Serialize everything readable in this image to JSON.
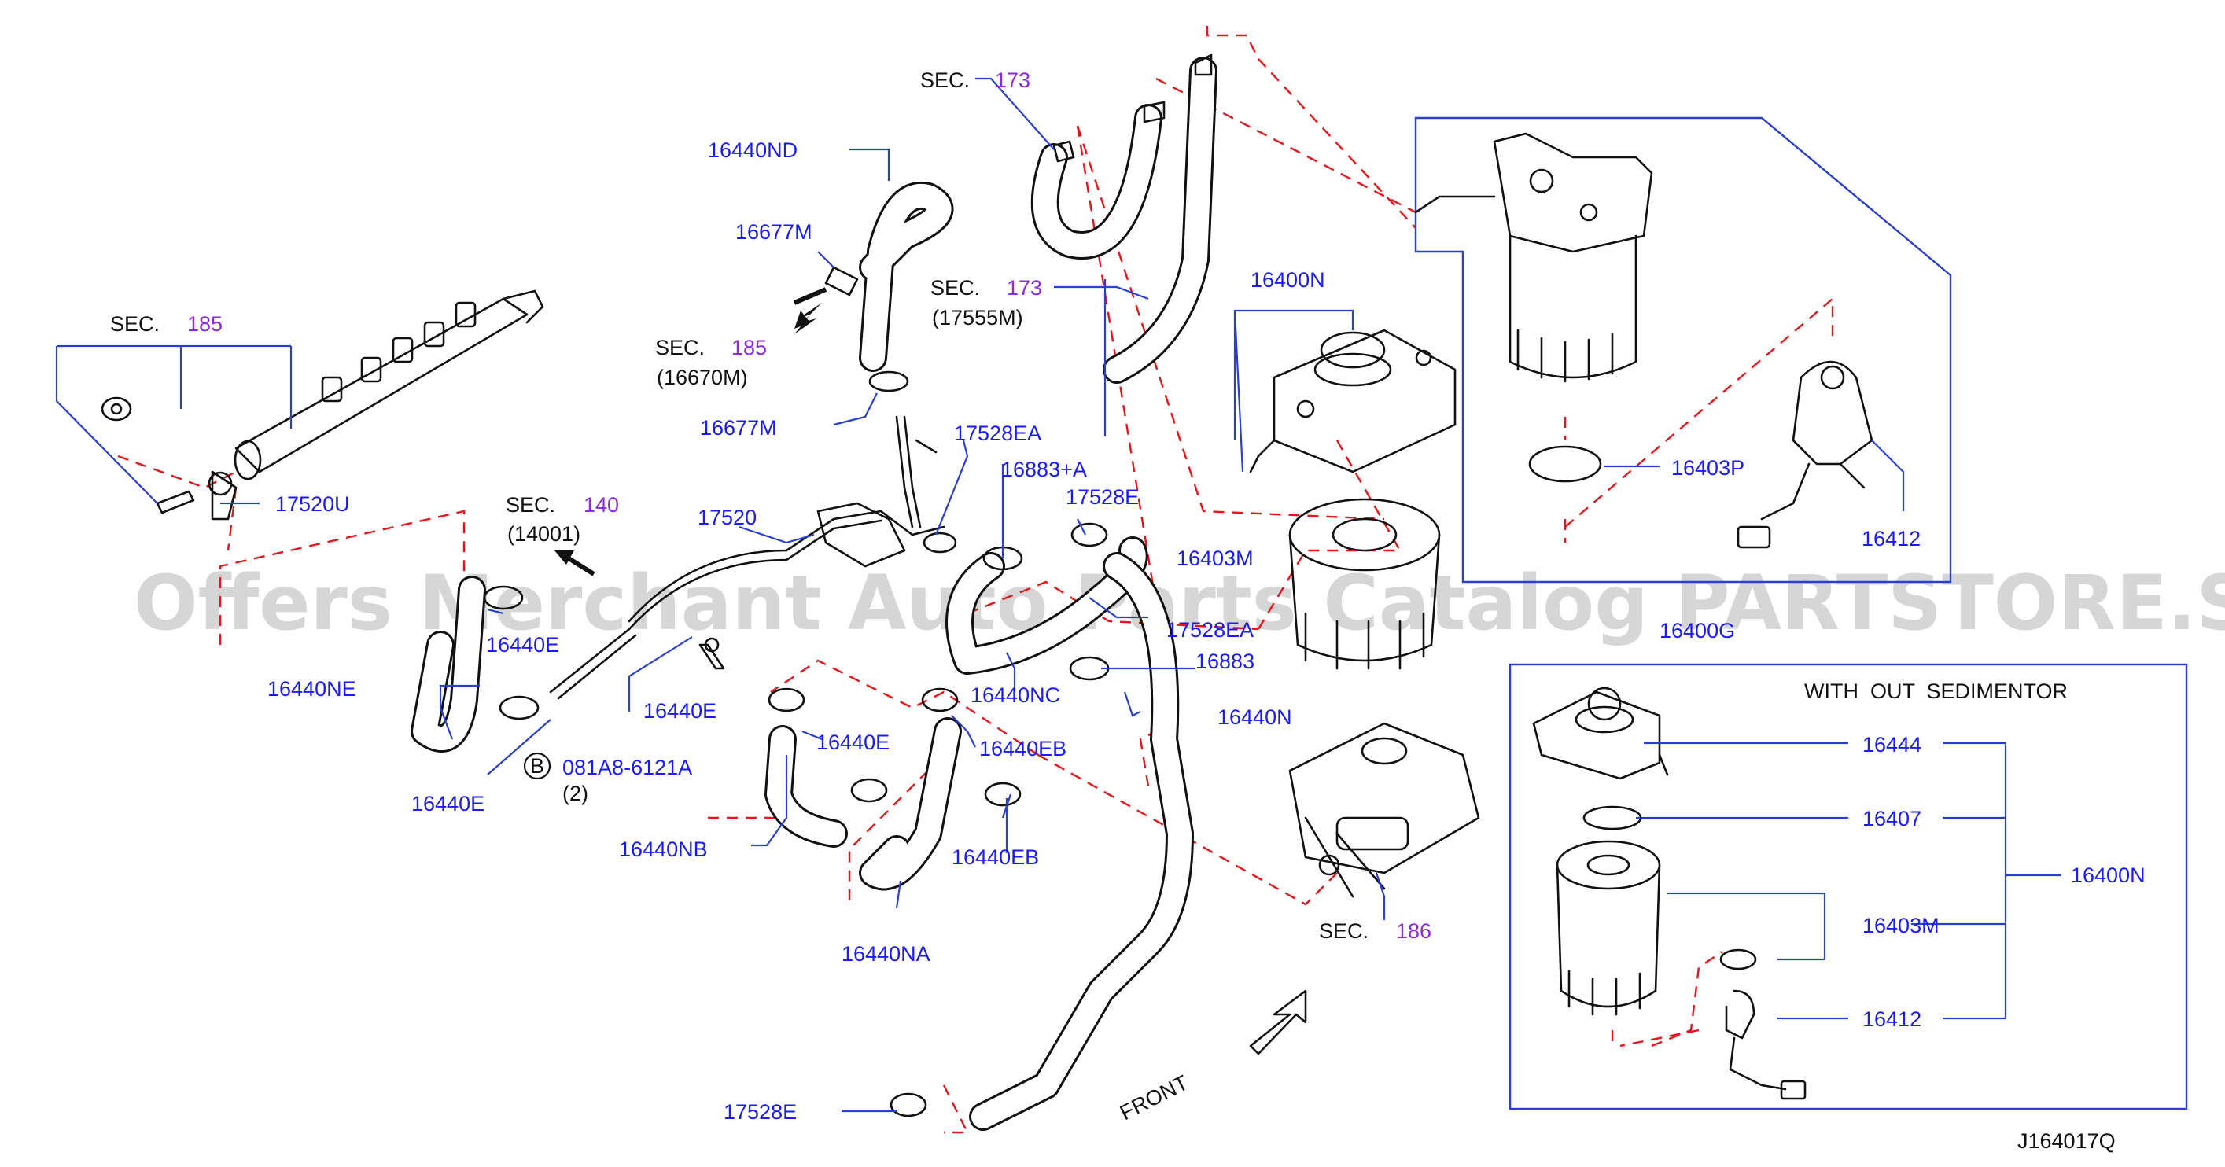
{
  "watermark": "Offers Merchant Auto Parts Catalog PARTSTORE.SA",
  "diagram_id": "J164017Q",
  "front_label": "FRONT",
  "sedimentor_box_title": "WITH  OUT  SEDIMENTOR",
  "colors": {
    "part_number": "#1a1aff",
    "section_number": "#8a2be2",
    "leader": "#2a3fd0",
    "dashed_guide": "#e8131b"
  },
  "sections": {
    "s173a": {
      "prefix": "SEC.",
      "num": "173"
    },
    "s173b": {
      "prefix": "SEC.",
      "num": "173",
      "sub": "(17555M)"
    },
    "s185a": {
      "prefix": "SEC.",
      "num": "185"
    },
    "s185b": {
      "prefix": "SEC.",
      "num": "185",
      "sub": "(16670M)"
    },
    "s140": {
      "prefix": "SEC.",
      "num": "140",
      "sub": "(14001)"
    },
    "s186": {
      "prefix": "SEC.",
      "num": "186"
    }
  },
  "labels": {
    "p16440ND": "16440ND",
    "p16677M_a": "16677M",
    "p16677M_b": "16677M",
    "p17520U": "17520U",
    "p17520": "17520",
    "p17528EA_a": "17528EA",
    "p16883A": "16883+A",
    "p17528E_a": "17528E",
    "p16403M_a": "16403M",
    "p17528EA_b": "17528EA",
    "p16883": "16883",
    "p16440NC": "16440NC",
    "p16440N_a": "16440N",
    "p16440E_a": "16440E",
    "p16440E_b": "16440E",
    "p16440E_c": "16440E",
    "p16440E_d": "16440E",
    "p16440NE": "16440NE",
    "p081A8": "081A8-6121A",
    "p081A8_qty": "(2)",
    "bolt_badge": "B",
    "p16440NB": "16440NB",
    "p16440EB_a": "16440EB",
    "p16440EB_b": "16440EB",
    "p16440NA": "16440NA",
    "p17528E_b": "17528E",
    "p16400N_a": "16400N",
    "p16403P": "16403P",
    "p16412_a": "16412",
    "p16400G": "16400G",
    "p16444": "16444",
    "p16407": "16407",
    "p16400N_b": "16400N",
    "p16403M_b": "16403M",
    "p16412_b": "16412"
  }
}
